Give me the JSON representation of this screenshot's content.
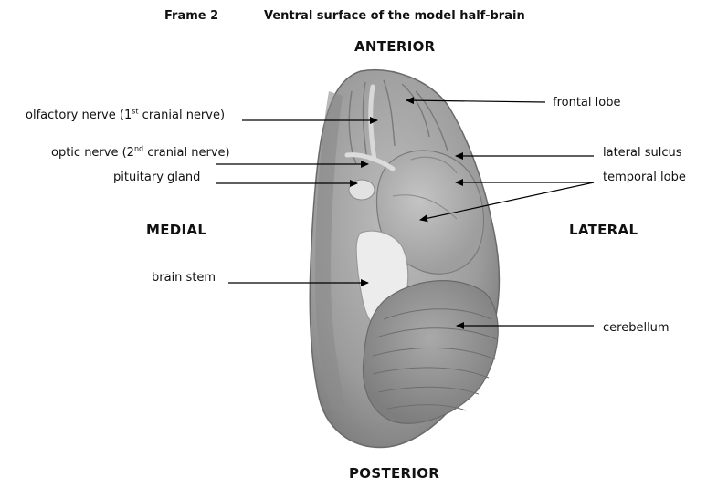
{
  "header": {
    "frame_label": "Frame 2",
    "title": "Ventral surface of the model half-brain"
  },
  "orientation": {
    "anterior": "ANTERIOR",
    "posterior": "POSTERIOR",
    "medial": "MEDIAL",
    "lateral": "LATERAL"
  },
  "labels": {
    "olfactory": {
      "pre": "olfactory nerve (1",
      "sup": "st",
      "post": " cranial nerve)"
    },
    "optic": {
      "pre": "optic nerve (2",
      "sup": "nd",
      "post": " cranial nerve)"
    },
    "pituitary": "pituitary gland",
    "brain_stem": "brain stem",
    "frontal_lobe": "frontal lobe",
    "lateral_sulcus": "lateral sulcus",
    "temporal_lobe": "temporal lobe",
    "cerebellum": "cerebellum"
  }
}
